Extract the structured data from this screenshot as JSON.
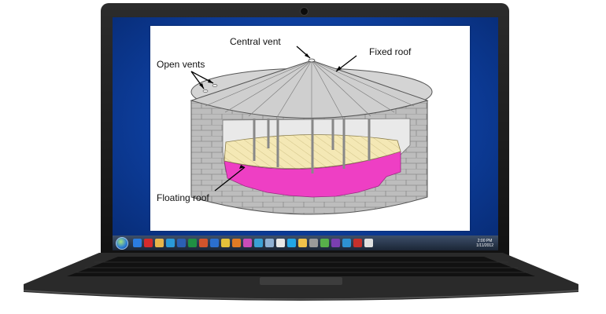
{
  "diagram": {
    "labels": {
      "central_vent": "Central vent",
      "fixed_roof": "Fixed roof",
      "open_vents": "Open vents",
      "floating_roof": "Floating roof"
    }
  },
  "taskbar": {
    "clock_time": "2:00 PM",
    "clock_date": "1/11/2012",
    "pinned_icons": [
      "ie-icon",
      "pdf-icon",
      "folder-icon",
      "media-player-icon",
      "word-icon",
      "excel-icon",
      "powerpoint-icon",
      "outlook-icon",
      "chrome-icon",
      "firefox-icon",
      "itunes-icon",
      "paint-icon",
      "calculator-icon",
      "notepad-icon",
      "skype-icon",
      "explorer-icon",
      "settings-icon",
      "network-icon",
      "onenote-icon",
      "photos-icon",
      "media-icon",
      "app-icon"
    ],
    "icon_colors": [
      "#2b7ce0",
      "#d62b2b",
      "#e8b64a",
      "#2a9ad8",
      "#2b5fb3",
      "#1f8f43",
      "#d2542c",
      "#2b6fcf",
      "#e3c13a",
      "#e07b24",
      "#c94cb8",
      "#3aa0d6",
      "#8fb0d3",
      "#e7e7e7",
      "#22a6e6",
      "#f0c24a",
      "#9a9a9a",
      "#58b04a",
      "#7a3fb0",
      "#2d92d2",
      "#c4302b",
      "#e0e0e0"
    ]
  },
  "colors": {
    "desktop_blue": "#0d3e9d",
    "floating_roof_pink": "#ee3fc4",
    "roof_deck_cream": "#f4e8b5",
    "tank_gray": "#bdbdbd"
  }
}
